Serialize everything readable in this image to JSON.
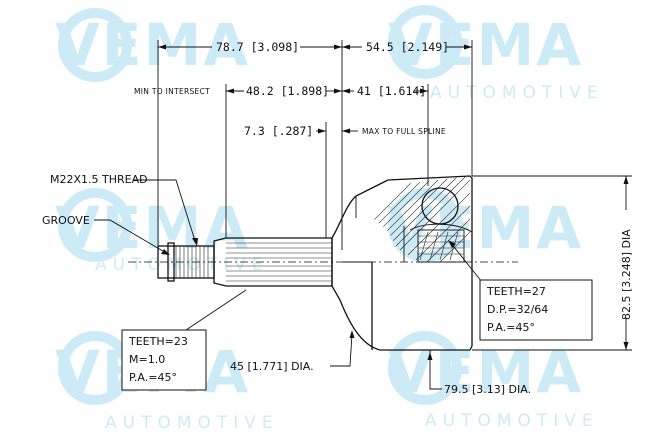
{
  "watermark": {
    "brand": "VEMA",
    "sub": "AUTOMOTIVE",
    "color": "#cdebf7"
  },
  "dimensions": {
    "overall_length": "78.7 [3.098]",
    "cup_length": "54.5 [2.149]",
    "min_to_intersect_label": "MIN TO INTERSECT",
    "min_to_intersect": "48.2 [1.898]",
    "cup_inner": "41 [1.614]",
    "max_to_full_spline_value": "7.3 [.287]",
    "max_to_full_spline_label": "MAX TO FULL SPLINE",
    "thread": "M22X1.5 THREAD",
    "groove": "GROOVE",
    "shaft_dia": "45 [1.771] DIA.",
    "bell_dia": "79.5 [3.13] DIA.",
    "outer_dia": "82.5 [3.248] DIA"
  },
  "spec_outer": {
    "teeth": "TEETH=23",
    "module": "M=1.0",
    "pressure_angle": "P.A.=45°"
  },
  "spec_inner": {
    "teeth": "TEETH=27",
    "diametral_pitch": "D.P.=32/64",
    "pressure_angle": "P.A.=45°"
  }
}
